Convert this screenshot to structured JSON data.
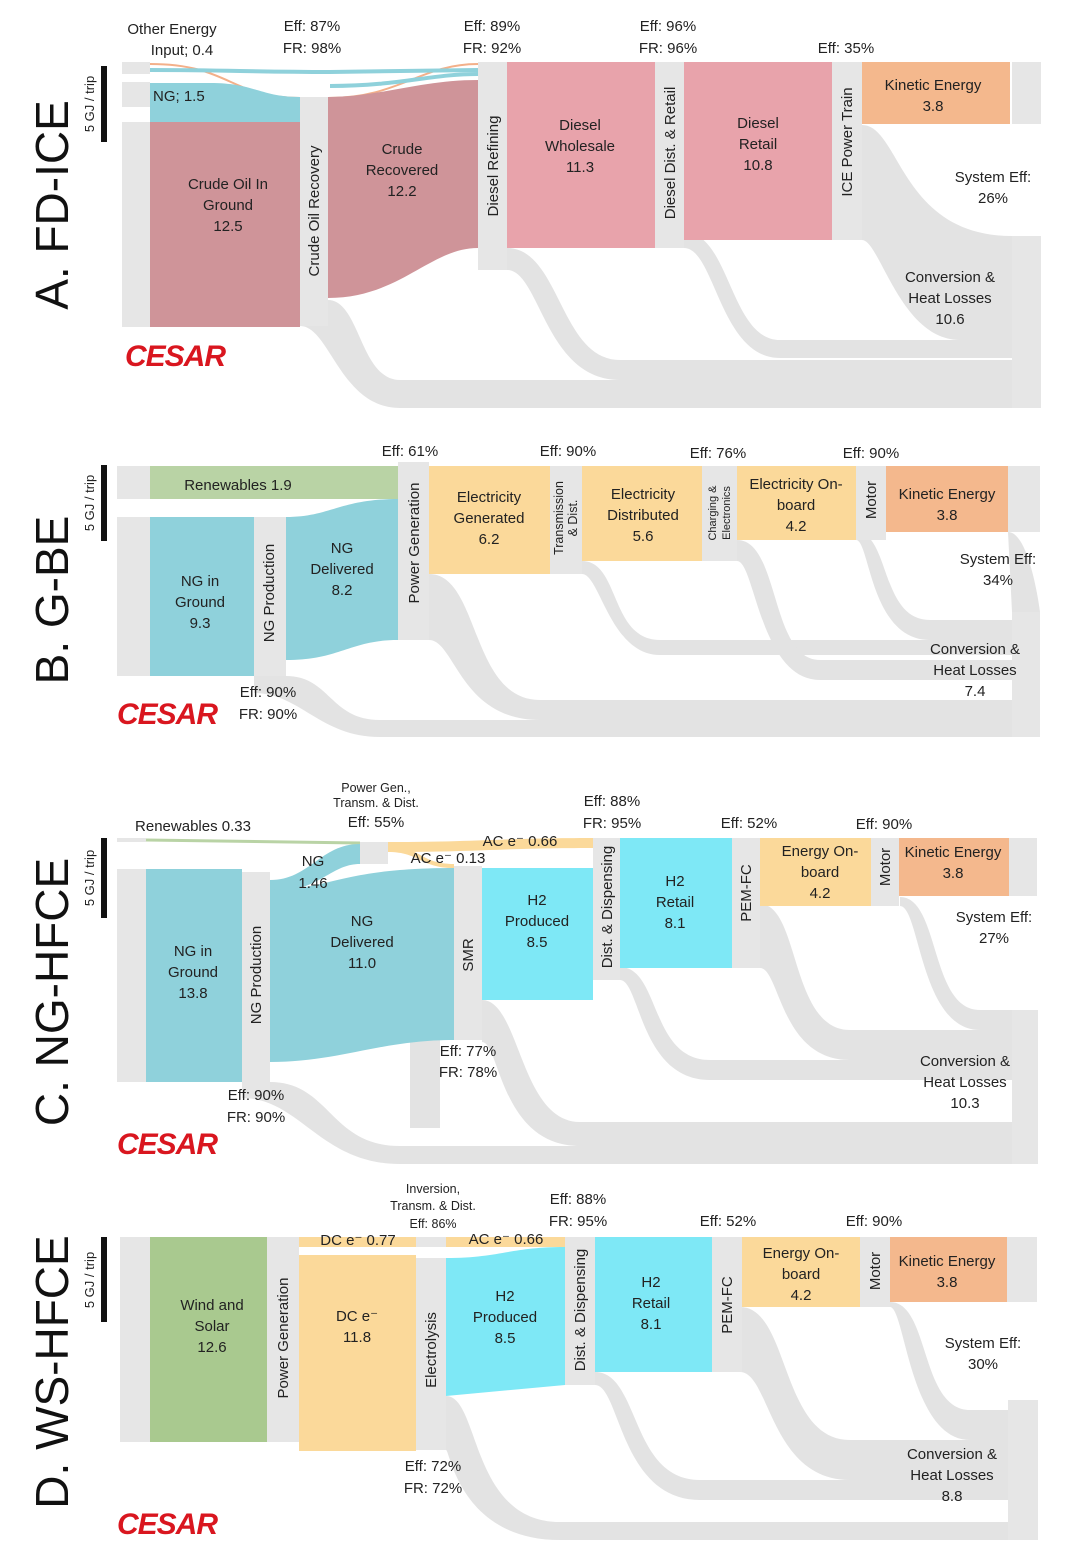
{
  "colors": {
    "grey_node": "#e6e6e6",
    "grey_link": "#e3e3e3",
    "diesel_crude": "#cf9499",
    "diesel_pink": "#e8a3ab",
    "kinetic": "#f4b88d",
    "renewables": "#b9d3a5",
    "ng": "#8fd1db",
    "elec": "#fbd99a",
    "h2": "#7ee8f6",
    "wind_solar": "#a9c98f",
    "orange_line": "#f3b08a",
    "logo": "#d9161f"
  },
  "logo_text": "CESAR",
  "scale_label": "5 GJ / trip",
  "panels": [
    {
      "id": "a",
      "title": "A. FD-ICE",
      "labels": {
        "other_energy": "Other Energy",
        "other_energy_2": "Input; 0.4",
        "ng": "NG; 1.5",
        "eff1": "Eff: 87%",
        "fr1": "FR: 98%",
        "eff2": "Eff: 89%",
        "fr2": "FR: 92%",
        "eff3": "Eff: 96%",
        "fr3": "FR: 96%",
        "eff4": "Eff: 35%",
        "crude_ground_1": "Crude Oil In",
        "crude_ground_2": "Ground",
        "crude_ground_3": "12.5",
        "crude_rec_1": "Crude",
        "crude_rec_2": "Recovered",
        "crude_rec_3": "12.2",
        "wholesale_1": "Diesel",
        "wholesale_2": "Wholesale",
        "wholesale_3": "11.3",
        "retail_1": "Diesel",
        "retail_2": "Retail",
        "retail_3": "10.8",
        "kinetic_1": "Kinetic Energy",
        "kinetic_2": "3.8",
        "sys_1": "System Eff:",
        "sys_2": "26%",
        "loss_1": "Conversion &",
        "loss_2": "Heat Losses",
        "loss_3": "10.6",
        "proc_1": "Crude Oil Recovery",
        "proc_2": "Diesel Refining",
        "proc_3": "Diesel Dist. & Retail",
        "proc_4": "ICE Power Train"
      }
    },
    {
      "id": "b",
      "title": "B. G-BE",
      "labels": {
        "renewables": "Renewables 1.9",
        "eff1": "Eff: 90%",
        "fr1": "FR: 90%",
        "eff2": "Eff: 61%",
        "eff3": "Eff: 90%",
        "eff4": "Eff: 76%",
        "eff5": "Eff: 90%",
        "ng_ground_1": "NG in",
        "ng_ground_2": "Ground",
        "ng_ground_3": "9.3",
        "ng_del_1": "NG",
        "ng_del_2": "Delivered",
        "ng_del_3": "8.2",
        "gen_1": "Electricity",
        "gen_2": "Generated",
        "gen_3": "6.2",
        "dist_1": "Electricity",
        "dist_2": "Distributed",
        "dist_3": "5.6",
        "onb_1": "Electricity On-",
        "onb_2": "board",
        "onb_3": "4.2",
        "kinetic_1": "Kinetic Energy",
        "kinetic_2": "3.8",
        "sys_1": "System Eff:",
        "sys_2": "34%",
        "loss_1": "Conversion &",
        "loss_2": "Heat Losses",
        "loss_3": "7.4",
        "proc_1": "NG Production",
        "proc_2": "Power Generation",
        "proc_3a": "Transmission",
        "proc_3b": "& Dist.",
        "proc_4a": "Charging &",
        "proc_4b": "Electronics",
        "proc_5": "Motor"
      }
    },
    {
      "id": "c",
      "title": "C. NG-HFCE",
      "labels": {
        "renewables": "Renewables 0.33",
        "pg_1": "Power Gen.,",
        "pg_2": "Transm. & Dist.",
        "pg_3": "Eff: 55%",
        "ng_1": "NG",
        "ng_2": "1.46",
        "ace_013": "AC e⁻ 0.13",
        "ace_066": "AC e⁻ 0.66",
        "eff1": "Eff: 90%",
        "fr1": "FR: 90%",
        "eff2": "Eff: 77%",
        "fr2": "FR: 78%",
        "eff3": "Eff: 88%",
        "fr3": "FR: 95%",
        "eff4": "Eff: 52%",
        "eff5": "Eff: 90%",
        "ng_ground_1": "NG in",
        "ng_ground_2": "Ground",
        "ng_ground_3": "13.8",
        "ng_del_1": "NG",
        "ng_del_2": "Delivered",
        "ng_del_3": "11.0",
        "h2p_1": "H2",
        "h2p_2": "Produced",
        "h2p_3": "8.5",
        "h2r_1": "H2",
        "h2r_2": "Retail",
        "h2r_3": "8.1",
        "onb_1": "Energy On-",
        "onb_2": "board",
        "onb_3": "4.2",
        "kinetic_1": "Kinetic Energy",
        "kinetic_2": "3.8",
        "sys_1": "System Eff:",
        "sys_2": "27%",
        "loss_1": "Conversion &",
        "loss_2": "Heat Losses",
        "loss_3": "10.3",
        "proc_1": "NG Production",
        "proc_2": "SMR",
        "proc_3": "Dist. & Dispensing",
        "proc_4": "PEM-FC",
        "proc_5": "Motor"
      }
    },
    {
      "id": "d",
      "title": "D. WS-HFCE",
      "labels": {
        "inv_1": "Inversion,",
        "inv_2": "Transm. & Dist.",
        "inv_3": "Eff: 86%",
        "dce_077": "DC e⁻ 0.77",
        "ace_066": "AC e⁻ 0.66",
        "eff1": "Eff: 72%",
        "fr1": "FR: 72%",
        "eff3": "Eff: 88%",
        "fr3": "FR: 95%",
        "eff4": "Eff: 52%",
        "eff5": "Eff: 90%",
        "ws_1": "Wind and",
        "ws_2": "Solar",
        "ws_3": "12.6",
        "dc_1": "DC e⁻",
        "dc_2": "11.8",
        "h2p_1": "H2",
        "h2p_2": "Produced",
        "h2p_3": "8.5",
        "h2r_1": "H2",
        "h2r_2": "Retail",
        "h2r_3": "8.1",
        "onb_1": "Energy On-",
        "onb_2": "board",
        "onb_3": "4.2",
        "kinetic_1": "Kinetic Energy",
        "kinetic_2": "3.8",
        "sys_1": "System Eff:",
        "sys_2": "30%",
        "loss_1": "Conversion &",
        "loss_2": "Heat Losses",
        "loss_3": "8.8",
        "proc_1": "Power Generation",
        "proc_2": "Electrolysis",
        "proc_3": "Dist. & Dispensing",
        "proc_4": "PEM-FC",
        "proc_5": "Motor"
      }
    }
  ]
}
